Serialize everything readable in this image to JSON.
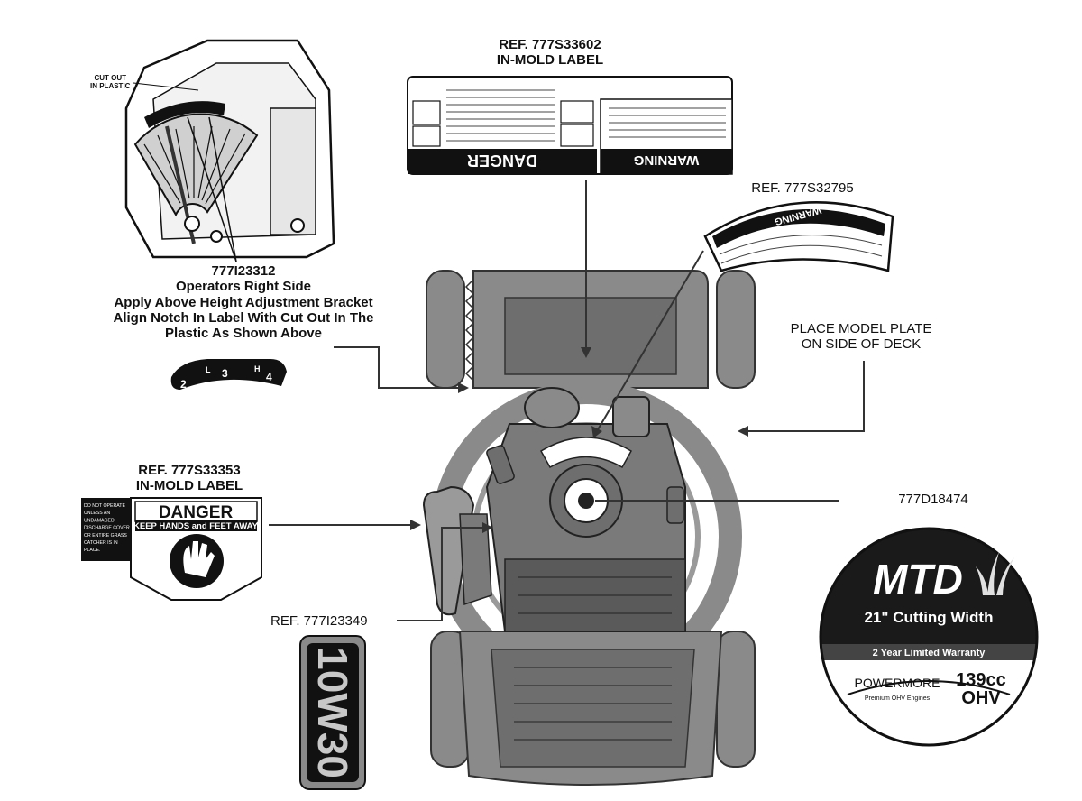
{
  "top_left": {
    "cutout_label": [
      "CUT OUT",
      "IN PLASTIC"
    ],
    "part_number": "777I23312",
    "instructions": [
      "Operators Right Side",
      "Apply Above Height Adjustment Bracket",
      "Align Notch In Label With Cut Out In The",
      "Plastic As Shown Above"
    ],
    "height_label": {
      "marks": [
        "2",
        "L",
        "3",
        "H",
        "4"
      ]
    }
  },
  "top_center": {
    "ref": "REF. 777S33602",
    "subtitle": "IN-MOLD LABEL",
    "danger_word": "DANGER",
    "warning_word": "WARNING"
  },
  "engine_label": {
    "ref": "REF. 777S32795",
    "warning_word": "WARNING"
  },
  "model_plate": {
    "text": [
      "PLACE MODEL PLATE",
      "ON SIDE OF DECK"
    ]
  },
  "left_label": {
    "ref": "REF. 777S33353",
    "subtitle": "IN-MOLD LABEL",
    "side_text": [
      "DO NOT OPERATE",
      "UNLESS AN",
      "UNDAMAGED",
      "DISCHARGE COVER",
      "OR ENTIRE GRASS",
      "CATCHER IS IN",
      "PLACE."
    ],
    "danger_word": "DANGER",
    "keep_hands": "KEEP HANDS and FEET AWAY"
  },
  "oil_label": {
    "ref": "REF. 777I23349",
    "text": "10W30"
  },
  "mtd_badge": {
    "part_number": "777D18474",
    "brand": "MTD",
    "cutting_width": "21\" Cutting Width",
    "warranty": "2 Year Limited Warranty",
    "engine_brand": "POWERMORE",
    "engine_sub": "Premium OHV Engines",
    "displacement": "139cc",
    "valve": "OHV"
  },
  "colors": {
    "ink": "#111111",
    "mower_fill": "#8a8a8a",
    "mower_dark": "#555555",
    "mower_light": "#b5b5b5",
    "badge_dark": "#1a1a1a"
  }
}
